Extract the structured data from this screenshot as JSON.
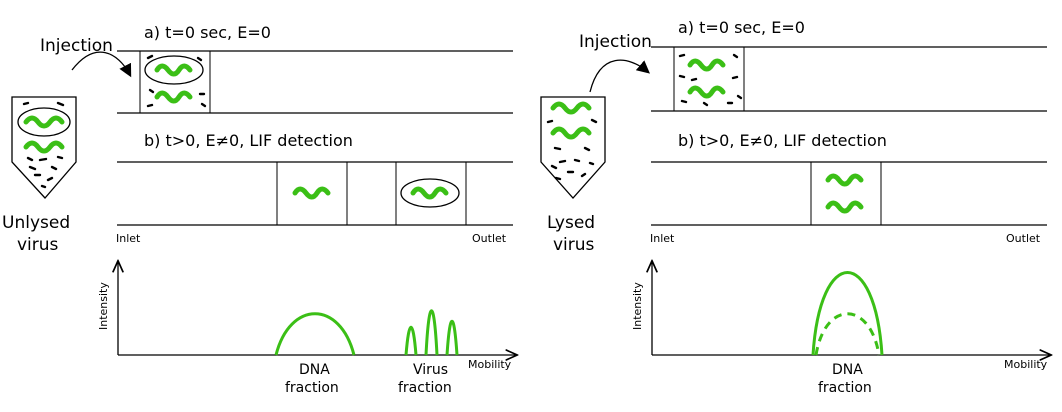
{
  "left_panel": {
    "injection": "Injection",
    "step_a": "a) t=0 sec, E=0",
    "step_b": "b) t>0, E≠0, LIF detection",
    "sample_line1": "Unlysed",
    "sample_line2": "virus",
    "inlet": "Inlet",
    "outlet": "Outlet",
    "ylabel": "Intensity",
    "xlabel": "Mobility",
    "peak1_line1": "DNA",
    "peak1_line2": "fraction",
    "peak2_line1": "Virus",
    "peak2_line2": "fraction"
  },
  "right_panel": {
    "injection": "Injection",
    "step_a": "a) t=0 sec, E=0",
    "step_b": "b) t>0, E≠0, LIF detection",
    "sample_line1": "Lysed",
    "sample_line2": "virus",
    "inlet": "Inlet",
    "outlet": "Outlet",
    "ylabel": "Intensity",
    "xlabel": "Mobility",
    "peak1_line1": "DNA",
    "peak1_line2": "fraction"
  },
  "colors": {
    "dna": "#3bbf16",
    "outline": "#000000",
    "background": "#ffffff"
  }
}
